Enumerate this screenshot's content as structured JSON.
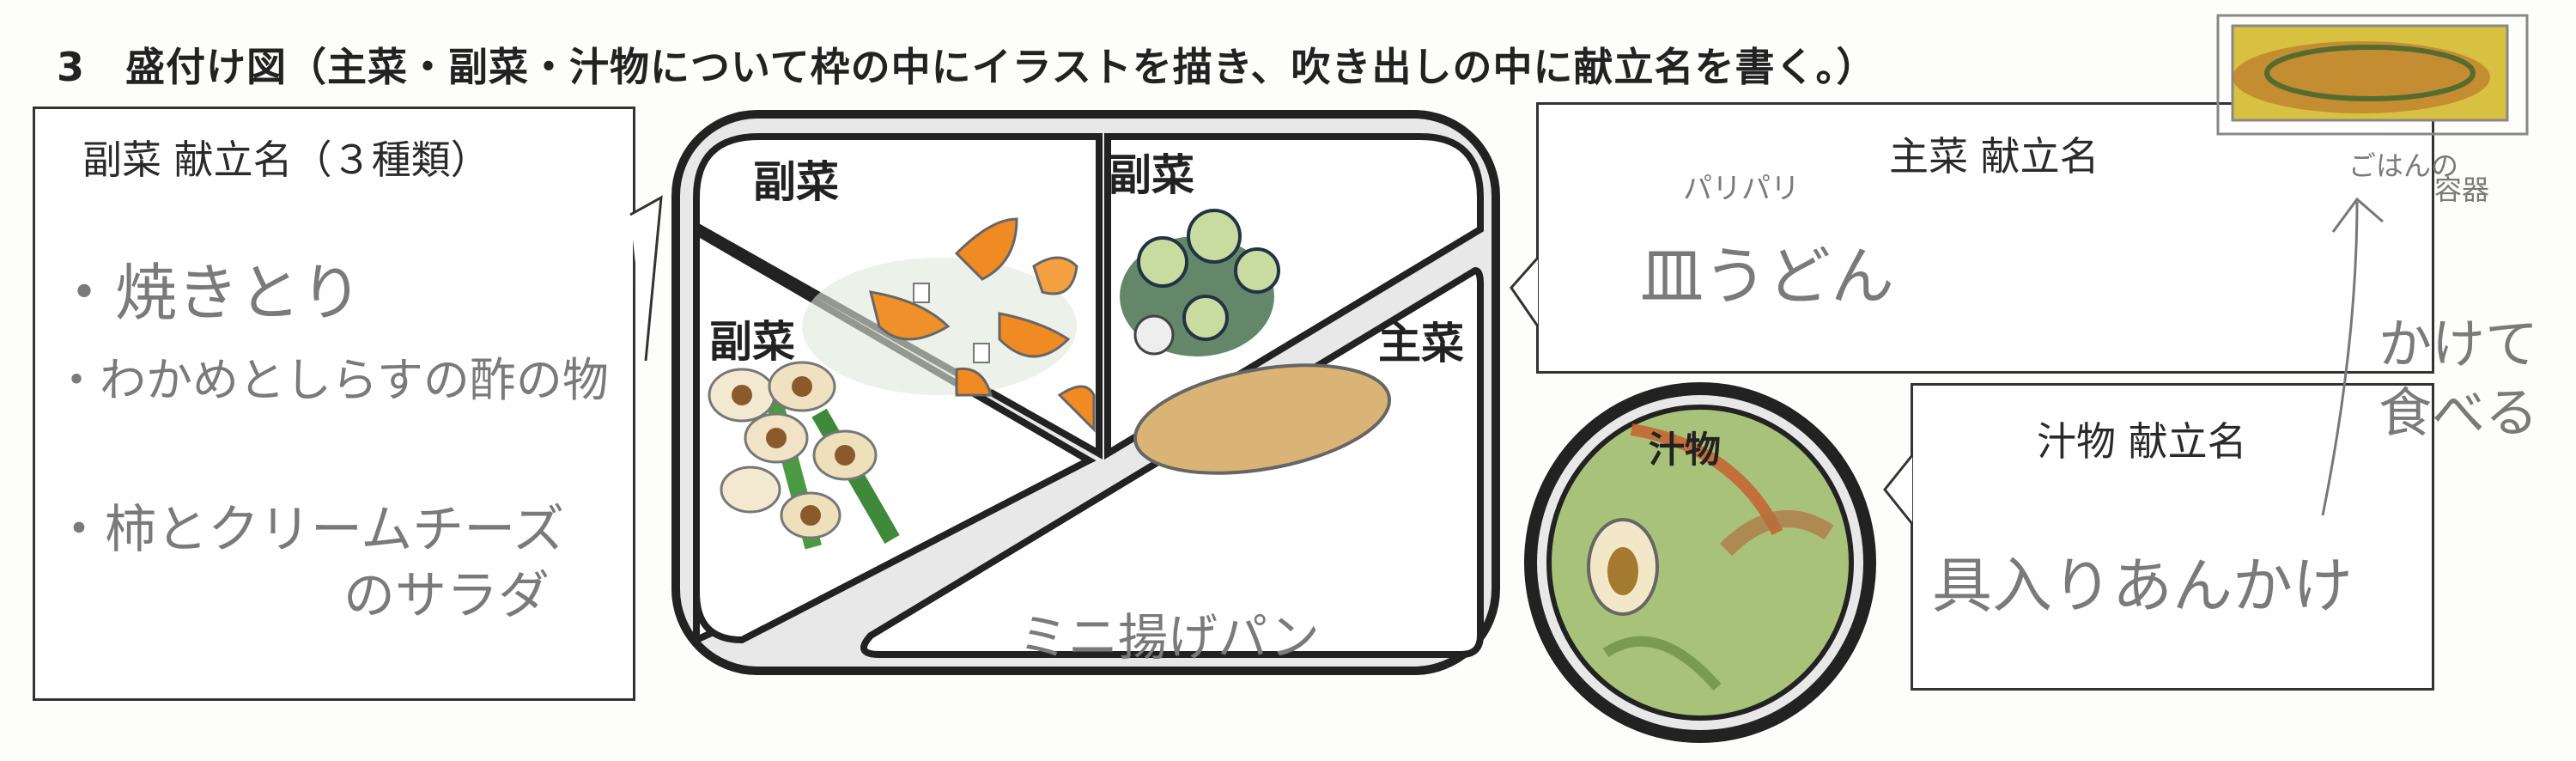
{
  "title": "3　盛付け図（主菜・副菜・汁物について枠の中にイラストを描き、吹き出しの中に献立名を書く。）",
  "side_box": {
    "heading": "副菜 献立名（３種類）",
    "items": [
      "・焼きとり",
      "・わかめとしらすの酢の物",
      "・柿とクリームチーズ",
      "のサラダ"
    ]
  },
  "tray": {
    "labels": [
      "副菜",
      "副菜",
      "副菜",
      "主菜"
    ],
    "main_note": "ミニ揚げパン"
  },
  "main_box": {
    "heading": "主菜 献立名",
    "ruby": "パリパリ",
    "dish": "皿うどん"
  },
  "soup": {
    "bowl_label": "汁物",
    "heading": "汁物 献立名",
    "dish": "具入りあんかけ"
  },
  "rice": {
    "label_line1": "ごはんの",
    "label_line2": "容器",
    "note_line1": "かけて",
    "note_line2": "食べる"
  },
  "colors": {
    "ink": "#222222",
    "pencil": "#7a7a7a",
    "orange": "#f0902a",
    "green": "#3f8a3a",
    "bread": "#d9b476"
  }
}
